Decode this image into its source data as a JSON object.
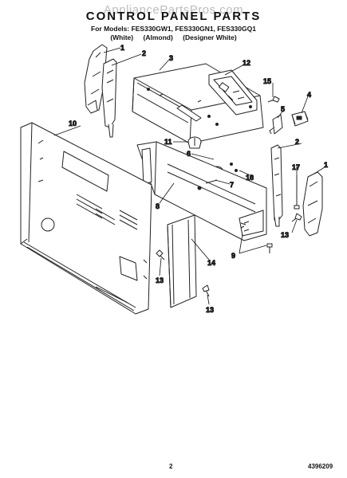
{
  "header": {
    "watermark": "AppliancePartsPros.com",
    "title": "CONTROL PANEL PARTS",
    "models_line": "For Models: FES330GW1, FES330GN1, FES330GQ1",
    "variants": [
      "(White)",
      "(Almond)",
      "(Designer White)"
    ]
  },
  "callouts": {
    "c1": "1",
    "c2": "2",
    "c3": "3",
    "c4": "4",
    "c5": "5",
    "c6": "6",
    "c7": "7",
    "c8": "8",
    "c9": "9",
    "c10": "10",
    "c11": "11",
    "c12": "12",
    "c13": "13",
    "c14": "14",
    "c15": "15",
    "c16": "16",
    "c17": "17"
  },
  "footer": {
    "page": "2",
    "part_number": "4396209"
  }
}
